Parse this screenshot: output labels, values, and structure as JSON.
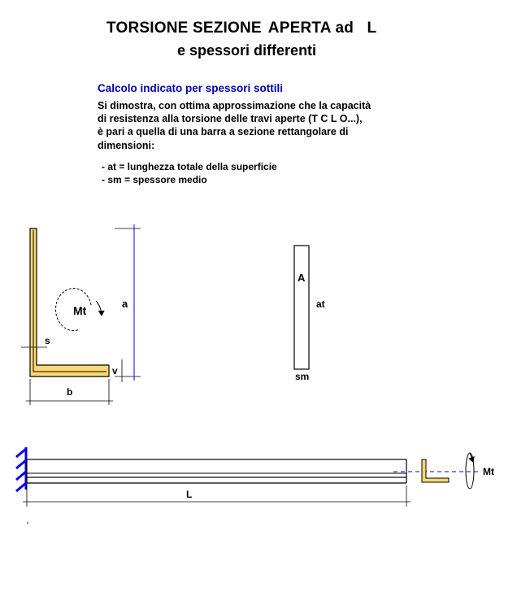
{
  "title": {
    "line1a": "TORSIONE SEZIONE",
    "line1b": "APERTA ad   L",
    "line2": "e spessori differenti"
  },
  "subtitle": "Calcolo indicato per spessori sottili",
  "paragraph": [
    "Si dimostra, con ottima approssimazione che la capacità",
    "di resistenza  alla torsione delle travi aperte (T C L O...),",
    "è pari a  quella di una barra  a sezione rettangolare di",
    "dimensioni:"
  ],
  "list": [
    "- at = lunghezza totale della superficie",
    "- sm = spessore medio"
  ],
  "labels": {
    "a": "a",
    "b": "b",
    "s": "s",
    "v": "v",
    "Mt": "Mt",
    "A": "A",
    "at": "at",
    "sm": "sm",
    "L": "L",
    "Mt2": "Mt"
  },
  "colors": {
    "profile_fill": "#ffd773",
    "subtitle": "#0000aa",
    "axis_line": "#0000ff",
    "fixed_support": "#0000ff"
  }
}
